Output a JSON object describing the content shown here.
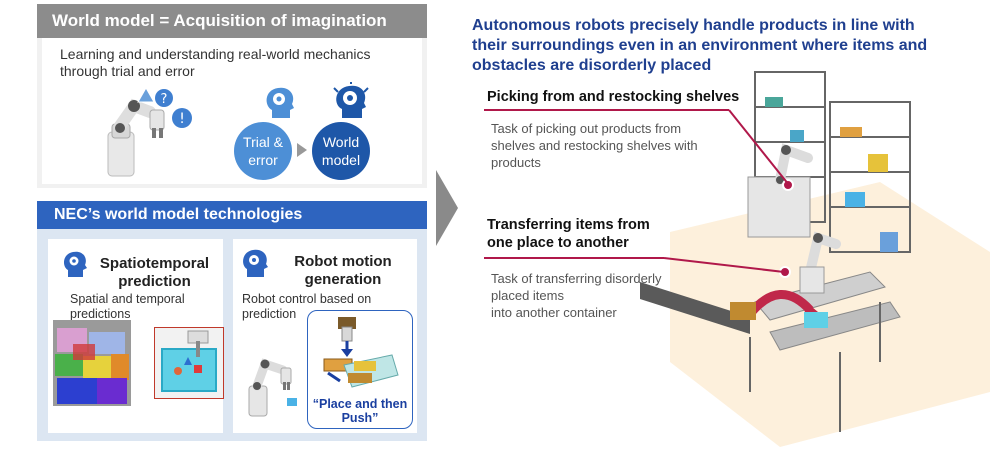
{
  "world_model": {
    "title": "World model = Acquisition of imagination",
    "desc_line1": "Learning and understanding real-world mechanics",
    "desc_line2": "through trial and error",
    "trial_line1": "Trial &",
    "trial_line2": "error",
    "world_line1": "World",
    "world_line2": "model",
    "colors": {
      "header": "#8c8c8c",
      "trial_circle": "#4d8fd6",
      "world_circle": "#1e57a8"
    }
  },
  "nec": {
    "title": "NEC’s world model technologies",
    "spatio": {
      "title_line1": "Spatiotemporal",
      "title_line2": "prediction",
      "desc_line1": "Spatial and temporal",
      "desc_line2": "predictions"
    },
    "robot": {
      "title_line1": "Robot motion",
      "title_line2": "generation",
      "desc_line1": "Robot control based on",
      "desc_line2": "prediction",
      "quote_line1": "“Place and then",
      "quote_line2": "Push”"
    },
    "colors": {
      "header": "#2e64bf",
      "panel": "#dce6f2"
    }
  },
  "right": {
    "headline_line1": "Autonomous robots precisely handle products in line with",
    "headline_line2": "their surroundings even in an environment where items and",
    "headline_line3": "obstacles are disorderly placed",
    "picking": {
      "title": "Picking from and restocking shelves",
      "desc_line1": "Task of picking out products from",
      "desc_line2": "shelves and restocking shelves with",
      "desc_line3": "products"
    },
    "transfer": {
      "title_line1": "Transferring items from",
      "title_line2": "one place to another",
      "desc_line1": "Task of transferring disorderly",
      "desc_line2": "placed items",
      "desc_line3": "into another container"
    },
    "colors": {
      "headline": "#1f3f8f",
      "callout": "#b0184a"
    }
  }
}
